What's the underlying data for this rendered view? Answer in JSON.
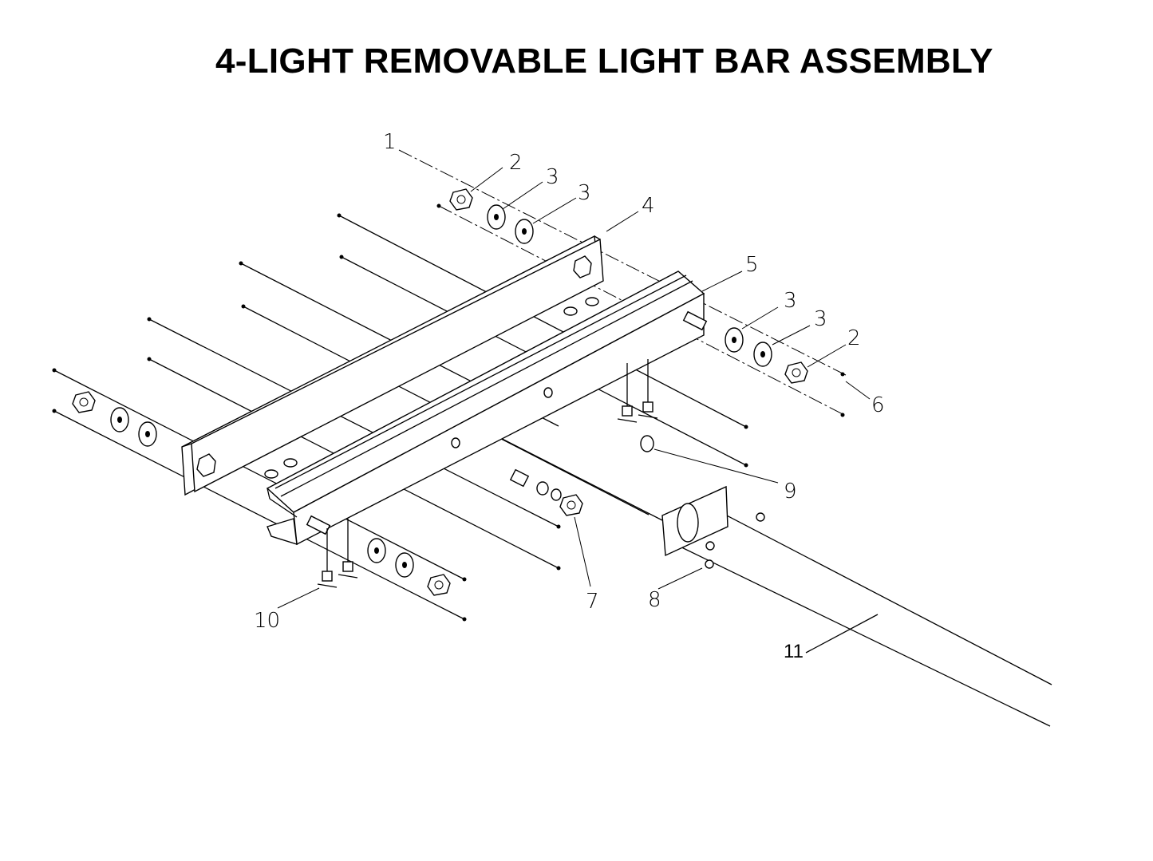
{
  "title": "4-LIGHT REMOVABLE LIGHT BAR ASSEMBLY",
  "callouts": {
    "c1": "1",
    "c2a": "2",
    "c3a": "3",
    "c3b": "3",
    "c4": "4",
    "c5": "5",
    "c3c": "3",
    "c3d": "3",
    "c2b": "2",
    "c6": "6",
    "c9": "9",
    "c7": "7",
    "c8": "8",
    "c10": "10",
    "c11": "11"
  }
}
